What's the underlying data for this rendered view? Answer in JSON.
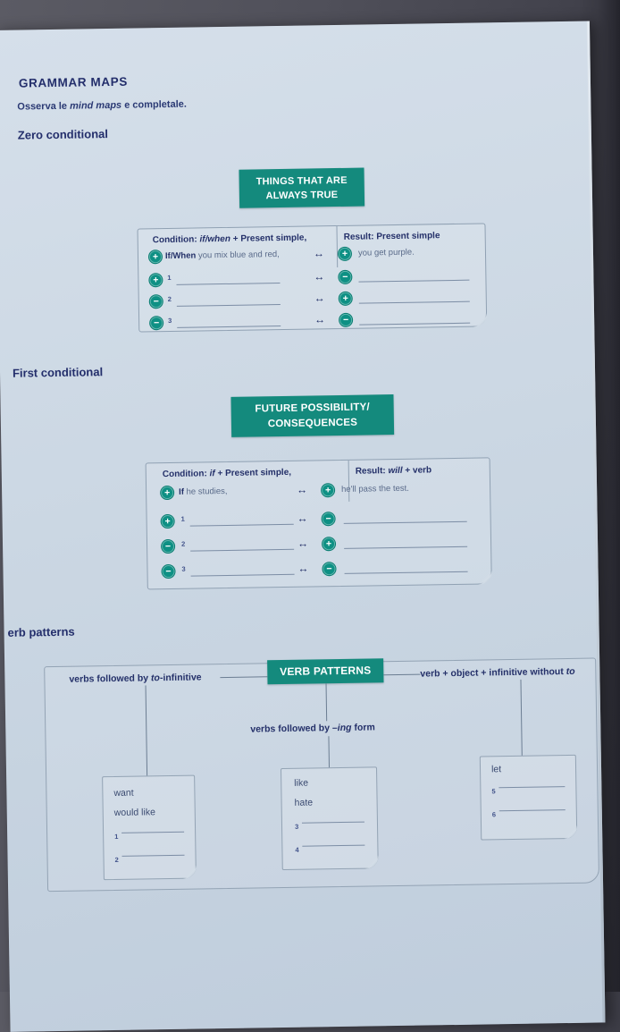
{
  "colors": {
    "accent_teal": "#148A7D",
    "heading_navy": "#232E6B"
  },
  "header": {
    "title": "GRAMMAR MAPS",
    "subtitle_pre": "Osserva le ",
    "subtitle_italic": "mind maps",
    "subtitle_post": " e completale."
  },
  "zero": {
    "heading": "Zero conditional",
    "map_title_line1": "THINGS THAT ARE",
    "map_title_line2": "ALWAYS TRUE",
    "condition_prefix": "Condition: ",
    "condition_italic": "if/when",
    "condition_rest": " + Present simple,",
    "result_prefix": "Result: ",
    "result_italic": "",
    "result_rest": "Present simple",
    "example_left_sign": "+",
    "example_left_bold": "If/When",
    "example_left_rest": " you mix blue and red,",
    "arrow": "↔",
    "example_right_sign": "+",
    "example_right": "you get purple.",
    "rows": [
      {
        "num": "1",
        "left_sign": "+",
        "right_sign": "−"
      },
      {
        "num": "2",
        "left_sign": "−",
        "right_sign": "+"
      },
      {
        "num": "3",
        "left_sign": "−",
        "right_sign": "−"
      }
    ]
  },
  "first": {
    "heading": "First conditional",
    "map_title_line1": "FUTURE POSSIBILITY/",
    "map_title_line2": "CONSEQUENCES",
    "condition_prefix": "Condition: ",
    "condition_italic": "if",
    "condition_rest": " + Present simple,",
    "result_prefix": "Result: ",
    "result_italic": "will",
    "result_rest": " + verb",
    "example_left_sign": "+",
    "example_left_bold": "If",
    "example_left_rest": " he studies,",
    "arrow": "↔",
    "example_right_sign": "+",
    "example_right": "he'll pass the test.",
    "rows": [
      {
        "num": "1",
        "left_sign": "+",
        "right_sign": "−"
      },
      {
        "num": "2",
        "left_sign": "−",
        "right_sign": "+"
      },
      {
        "num": "3",
        "left_sign": "−",
        "right_sign": "−"
      }
    ]
  },
  "verb_patterns": {
    "heading": "erb patterns",
    "map_title": "VERB PATTERNS",
    "left_label_pre": "verbs followed by ",
    "left_label_italic": "to",
    "left_label_post": "-infinitive",
    "right_label_pre": "verb + object + infinitive without ",
    "right_label_italic": "to",
    "mid_label_pre": "verbs followed by ",
    "mid_label_italic": "–ing",
    "mid_label_post": " form",
    "left_box": {
      "item1": "want",
      "item2": "would like",
      "blank1_num": "1",
      "blank2_num": "2"
    },
    "mid_box": {
      "item1": "like",
      "item2": "hate",
      "blank1_num": "3",
      "blank2_num": "4"
    },
    "right_box": {
      "item1": "let",
      "blank1_num": "5",
      "blank2_num": "6"
    }
  }
}
